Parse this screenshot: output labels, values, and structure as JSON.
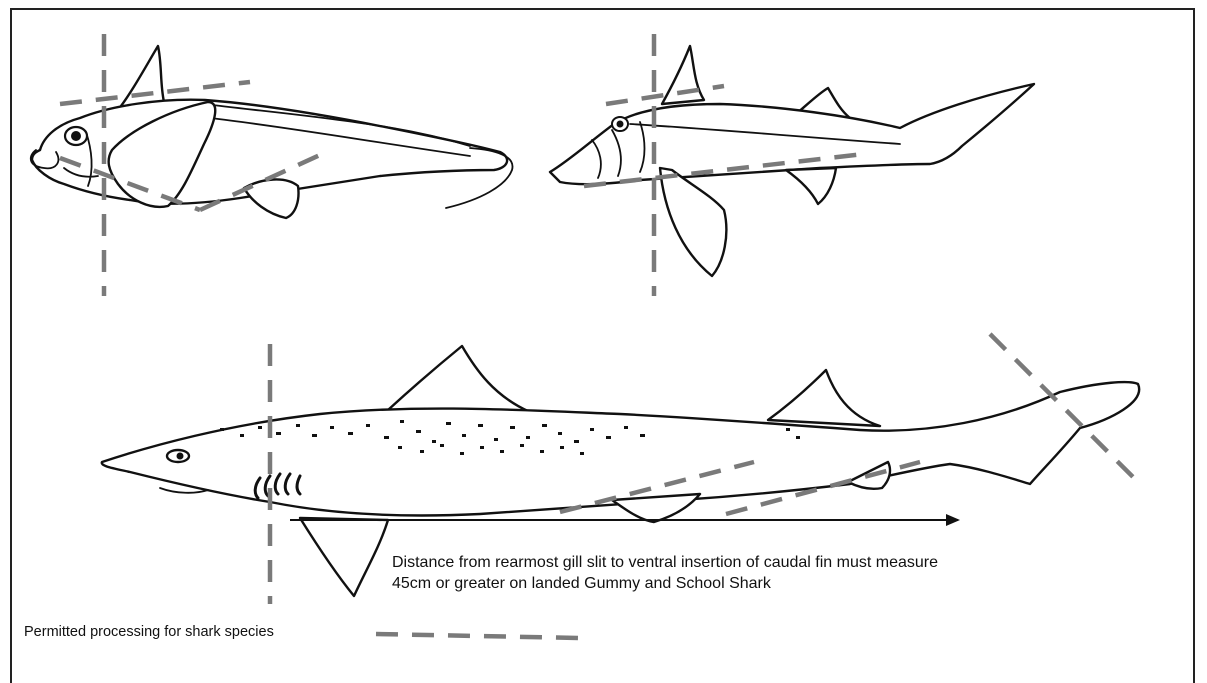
{
  "measurement_note": {
    "line1": "Distance from rearmost gill slit to ventral insertion of caudal fin must measure",
    "line2": "45cm or greater on landed Gummy and School Shark"
  },
  "legend": {
    "label": "Permitted processing for shark species",
    "line_color": "#7a7a7a"
  }
}
